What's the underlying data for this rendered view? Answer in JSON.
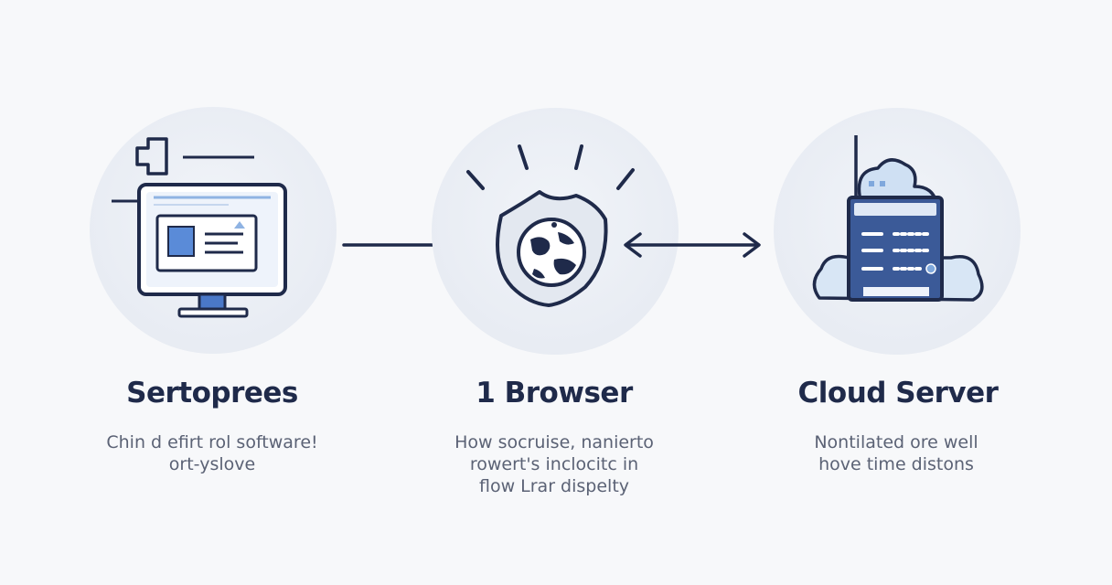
{
  "nodes": [
    {
      "id": "desktop",
      "title": "Sertoprees",
      "description": [
        "Chin d efirt rol software!",
        "ort-yslove"
      ],
      "icon": "desktop-monitor-icon"
    },
    {
      "id": "browser",
      "title": "1 Browser",
      "description": [
        "How socruise, nanierto",
        "rowert's inclocitc in",
        "flow Lrar dispelty"
      ],
      "icon": "globe-shield-icon"
    },
    {
      "id": "cloud",
      "title": "Cloud Server",
      "description": [
        "Nontilated ore well",
        "hove time distons"
      ],
      "icon": "cloud-server-icon"
    }
  ],
  "connectors": [
    {
      "from": "desktop",
      "to": "browser",
      "direction": "forward"
    },
    {
      "from": "browser",
      "to": "cloud",
      "direction": "bidirectional"
    }
  ],
  "colors": {
    "navy": "#1f2a4a",
    "accent_blue": "#4a78c8",
    "light_blue": "#cfe0f3",
    "circle_bg": "#e8ecf3",
    "background": "#f7f8fa"
  }
}
